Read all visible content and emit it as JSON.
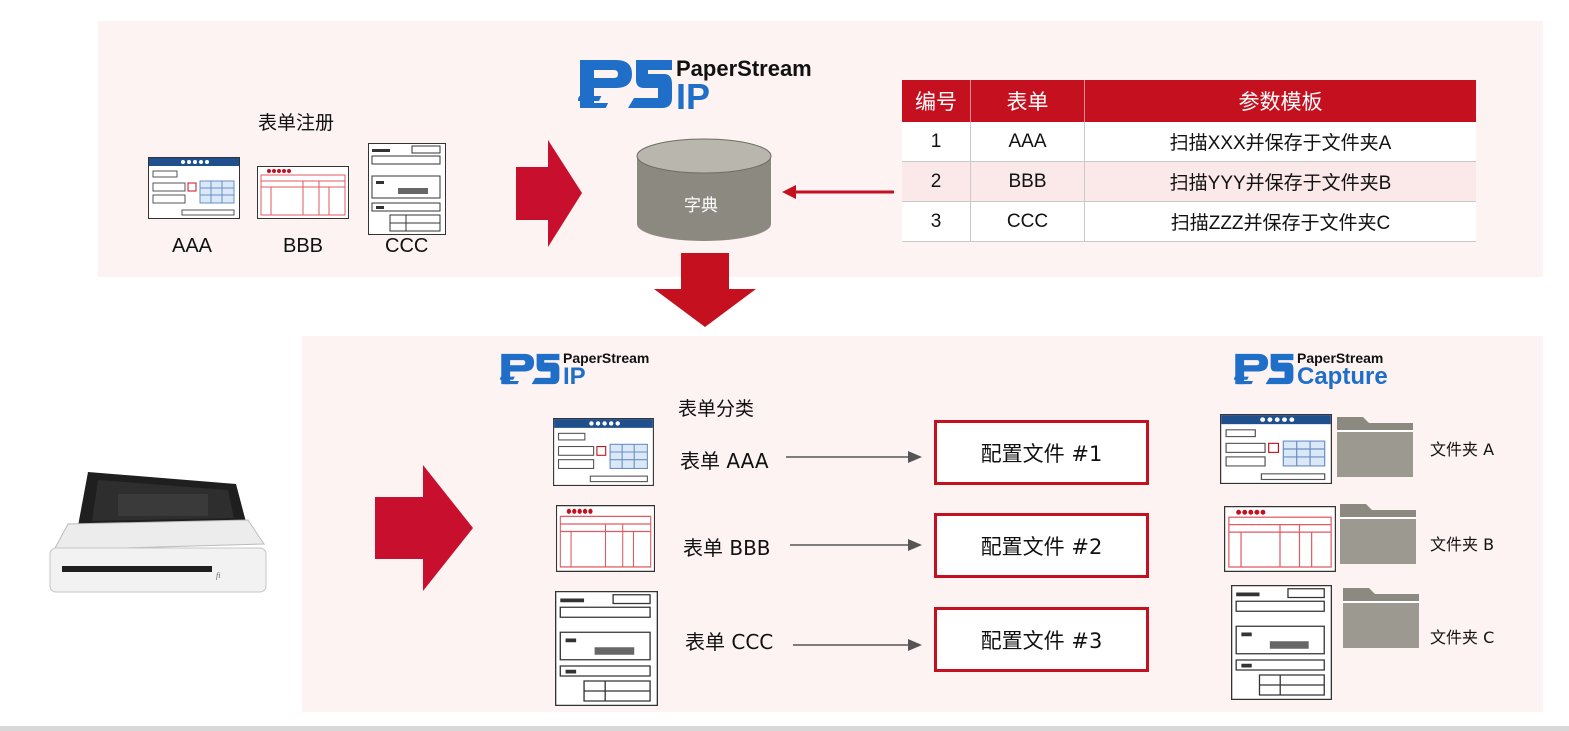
{
  "colors": {
    "accent_red": "#c5111f",
    "panel_bg": "#fdf3f3",
    "logo_blue": "#1f6fc9",
    "cylinder": "#8c8a80",
    "folder": "#8c8a80"
  },
  "top": {
    "logo": {
      "brand": "PaperStream",
      "product": "IP"
    },
    "registration_label": "表单注册",
    "forms": [
      "AAA",
      "BBB",
      "CCC"
    ],
    "dictionary_label": "字典",
    "table": {
      "headers": [
        "编号",
        "表单",
        "参数模板"
      ],
      "rows": [
        [
          "1",
          "AAA",
          "扫描XXX并保存于文件夹A"
        ],
        [
          "2",
          "BBB",
          "扫描YYY并保存于文件夹B"
        ],
        [
          "3",
          "CCC",
          "扫描ZZZ并保存于文件夹C"
        ]
      ]
    }
  },
  "bottom": {
    "ip_logo": {
      "brand": "PaperStream",
      "product": "IP"
    },
    "capture_logo": {
      "brand": "PaperStream",
      "product": "Capture"
    },
    "classify_label": "表单分类",
    "forms": [
      "表单 AAA",
      "表单 BBB",
      "表单 CCC"
    ],
    "profiles": [
      "配置文件 #1",
      "配置文件 #2",
      "配置文件 #3"
    ],
    "folders": [
      "文件夹 A",
      "文件夹 B",
      "文件夹 C"
    ]
  }
}
